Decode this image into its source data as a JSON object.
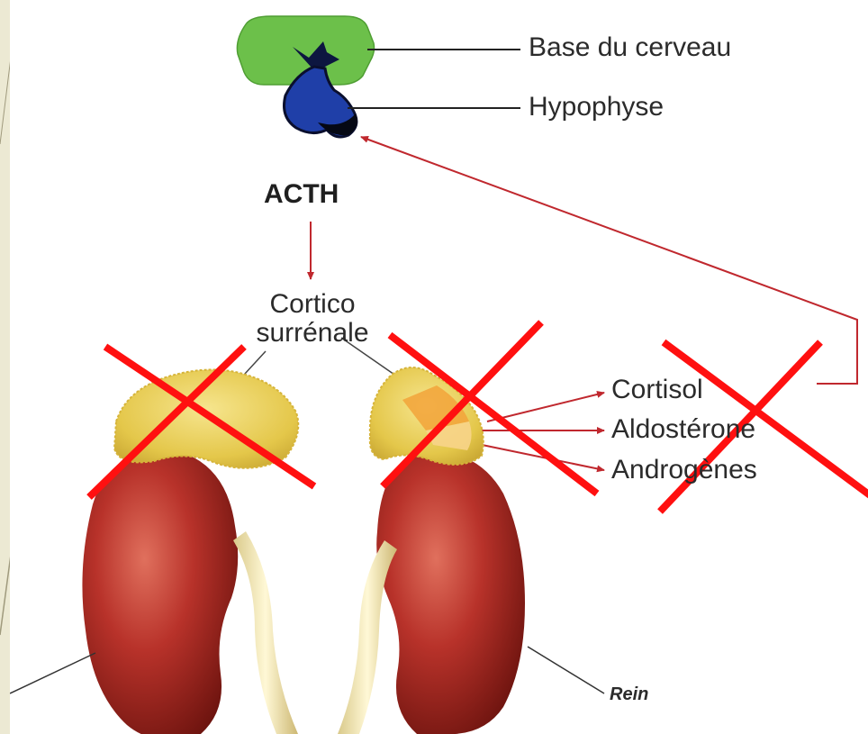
{
  "labels": {
    "brain_base": "Base du cerveau",
    "pituitary": "Hypophyse",
    "hormone": "ACTH",
    "adrenal_cortex_line1": "Cortico",
    "adrenal_cortex_line2": "surrénale",
    "cortisol": "Cortisol",
    "aldosterone": "Aldostérone",
    "androgens": "Androgènes",
    "kidney": "Rein"
  },
  "colors": {
    "slide_background": "#ece9d3",
    "brain_base": "#6cc04a",
    "pituitary": "#1f3fa8",
    "kidney": "#b8322a",
    "adrenal_gland": "#e9cf55",
    "arrow": "#c0282e",
    "cross_mark": "#ff1010"
  },
  "icons": [
    "brain-base-shape",
    "pituitary-gland-shape",
    "adrenal-gland-shape",
    "kidney-shape",
    "cross-mark"
  ]
}
